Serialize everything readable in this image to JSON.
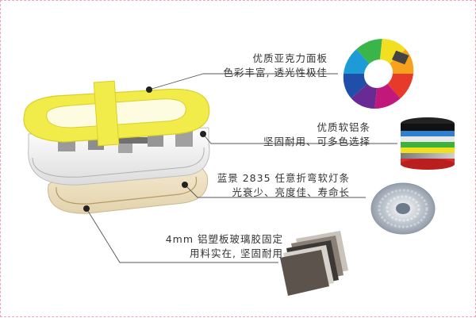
{
  "callouts": [
    {
      "line1": "优质亚克力面板",
      "line2": "色彩丰富, 透光性极佳"
    },
    {
      "line1": "优质软铝条",
      "line2": "坚固耐用、可多色选择"
    },
    {
      "line1": "蓝景 2835 任意折弯软灯条",
      "line2": "光衰少、亮度佳、寿命长"
    },
    {
      "line1": "4mm 铝塑板玻璃胶固定",
      "line2": "用料实在, 坚固耐用"
    }
  ],
  "product": {
    "glyph": "中"
  },
  "colors": {
    "acrylic": "#f2ec4a",
    "accent_line": "#555555",
    "frame_border": "#f0a3b3"
  }
}
